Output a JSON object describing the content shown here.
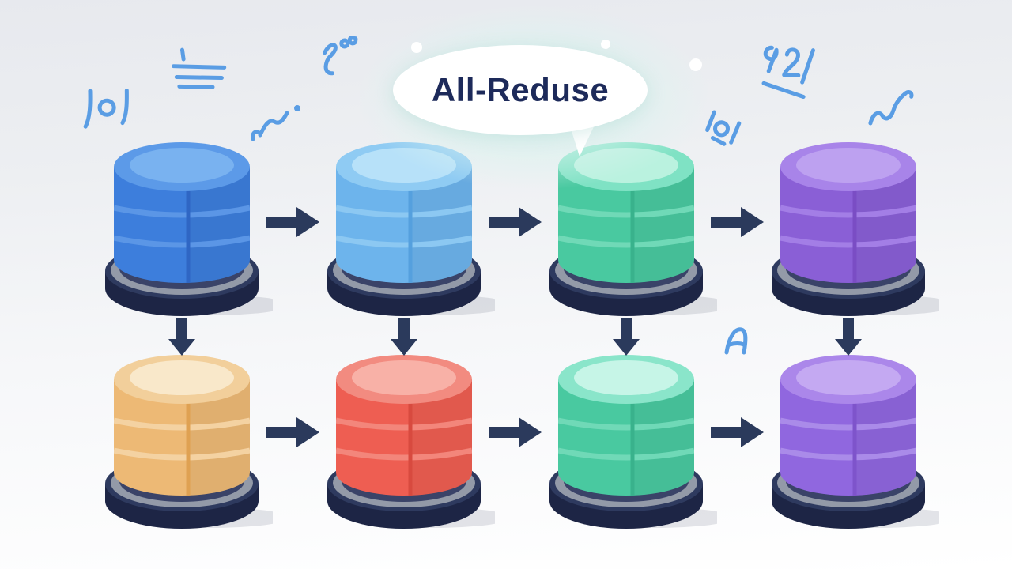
{
  "bubble": {
    "text": "All-Reduse",
    "text_color": "#1d2a5a",
    "fill": "#ffffff",
    "glow_color": "#dbf3ef",
    "points_to": "db-top-3"
  },
  "palette": {
    "arrow": "#2b3a5c",
    "doodle": "#5a9de4",
    "background_top": "#e7e9ee",
    "background_bottom": "#ffffff",
    "base_dark": "#1d2545",
    "base_top": "#2e3a5f",
    "base_ring": "#939aa8",
    "base_ring_inner": "#3a4368",
    "shadow": "#1f2849"
  },
  "cylinders": [
    {
      "id": "db-top-1",
      "row": "top",
      "col": 1,
      "color_name": "blue",
      "body": "#3d7edc",
      "band": "#5b96e6",
      "seam": "#2f66c4",
      "top": "#5c9ae8",
      "inner": "#79b2f0"
    },
    {
      "id": "db-top-2",
      "row": "top",
      "col": 2,
      "color_name": "light-blue",
      "body": "#6db4ec",
      "band": "#8cc8f2",
      "seam": "#55a0de",
      "top": "#8fcbf3",
      "inner": "#b7e1f9"
    },
    {
      "id": "db-top-3",
      "row": "top",
      "col": 3,
      "color_name": "green",
      "body": "#49c9a0",
      "band": "#70d9b7",
      "seam": "#39b28c",
      "top": "#7fe2c4",
      "inner": "#baf2df"
    },
    {
      "id": "db-top-4",
      "row": "top",
      "col": 4,
      "color_name": "purple",
      "body": "#8a5fd6",
      "band": "#a37ee6",
      "seam": "#7a4dc4",
      "top": "#a884e9",
      "inner": "#bda1f0"
    },
    {
      "id": "db-bottom-1",
      "row": "bottom",
      "col": 1,
      "color_name": "orange",
      "body": "#edb975",
      "band": "#f4d2a2",
      "seam": "#dfa152",
      "top": "#f2cf9b",
      "inner": "#f9e8ca"
    },
    {
      "id": "db-bottom-2",
      "row": "bottom",
      "col": 2,
      "color_name": "red",
      "body": "#ee5e52",
      "band": "#f3867b",
      "seam": "#d84a3f",
      "top": "#f28b80",
      "inner": "#f8b1a7"
    },
    {
      "id": "db-bottom-3",
      "row": "bottom",
      "col": 3,
      "color_name": "green",
      "body": "#49c9a0",
      "band": "#70d9b7",
      "seam": "#39b28c",
      "top": "#8ae5ca",
      "inner": "#c6f5e7"
    },
    {
      "id": "db-bottom-4",
      "row": "bottom",
      "col": 4,
      "color_name": "purple",
      "body": "#9067df",
      "band": "#aa8be9",
      "seam": "#7e54cb",
      "top": "#ab87ea",
      "inner": "#c4a9f2"
    }
  ],
  "arrows": [
    {
      "type": "right",
      "row": "top",
      "between": [
        1,
        2
      ]
    },
    {
      "type": "right",
      "row": "top",
      "between": [
        2,
        3
      ]
    },
    {
      "type": "right",
      "row": "top",
      "between": [
        3,
        4
      ]
    },
    {
      "type": "right",
      "row": "bottom",
      "between": [
        1,
        2
      ]
    },
    {
      "type": "right",
      "row": "bottom",
      "between": [
        2,
        3
      ]
    },
    {
      "type": "right",
      "row": "bottom",
      "between": [
        3,
        4
      ]
    },
    {
      "type": "down",
      "col": 1
    },
    {
      "type": "down",
      "col": 2
    },
    {
      "type": "down",
      "col": 3
    },
    {
      "type": "down",
      "col": 4
    }
  ],
  "doodles": {
    "color": "#5a9de4",
    "items": [
      "scribble-jol",
      "scribble-lines",
      "scribble-wave-dot",
      "scribble-f-rings",
      "scribble-921-underline",
      "scribble-lol",
      "scribble-wave-tail",
      "scribble-a"
    ]
  },
  "sparkles": {
    "color": "#ffffff",
    "count": 3
  }
}
